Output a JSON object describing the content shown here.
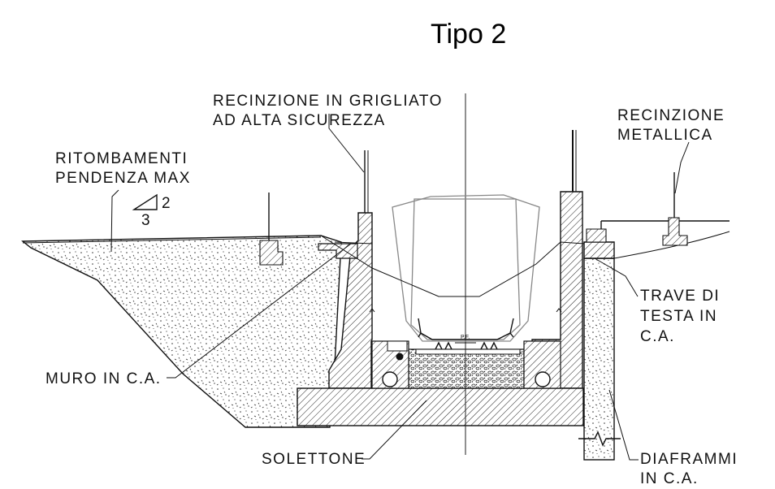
{
  "title": "Tipo 2",
  "slope": {
    "numerator": "2",
    "denominator": "3"
  },
  "marker": "P.F.",
  "labels": {
    "recinzione_grigliato": [
      "RECINZIONE IN GRIGLIATO",
      "AD ALTA SICUREZZA"
    ],
    "recinzione_metallica": [
      "RECINZIONE",
      "METALLICA"
    ],
    "ritombamenti": [
      "RITOMBAMENTI",
      "PENDENZA MAX"
    ],
    "trave": [
      "TRAVE DI",
      "TESTA IN",
      "C.A."
    ],
    "muro": [
      "MURO IN C.A."
    ],
    "solettone": [
      "SOLETTONE"
    ],
    "diaframmi": [
      "DIAFRAMMI",
      "IN C.A."
    ]
  },
  "colors": {
    "line": "#111111",
    "gray": "#888888",
    "background": "#ffffff"
  }
}
